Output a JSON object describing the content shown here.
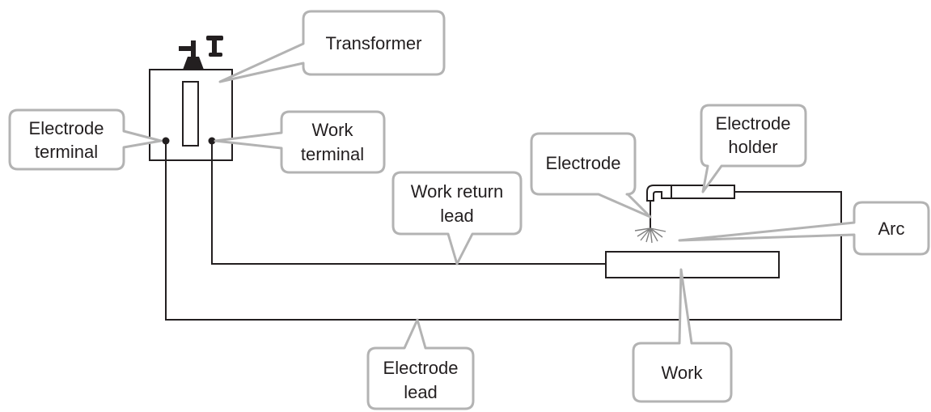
{
  "diagram": {
    "colors": {
      "line": "#231f20",
      "callout_border": "#b3b3b3",
      "background": "#ffffff"
    },
    "labels": {
      "transformer": [
        "Transformer"
      ],
      "electrode_terminal": [
        "Electrode",
        "terminal"
      ],
      "work_terminal": [
        "Work",
        "terminal"
      ],
      "electrode": [
        "Electrode"
      ],
      "electrode_holder": [
        "Electrode",
        "holder"
      ],
      "work_return_lead": [
        "Work return",
        "lead"
      ],
      "arc": [
        "Arc"
      ],
      "electrode_lead": [
        "Electrode",
        "lead"
      ],
      "work": [
        "Work"
      ]
    }
  }
}
